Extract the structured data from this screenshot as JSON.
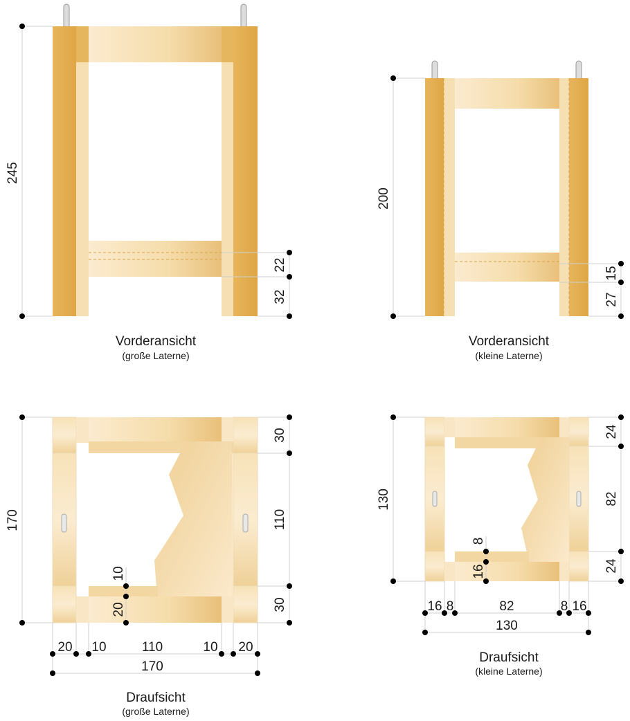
{
  "colors": {
    "wood_light": "#f8e6c4",
    "wood_mid": "#f0d39c",
    "wood_dark": "#e2aa4c",
    "dot": "#000000"
  },
  "front_large": {
    "title": "Vorderansicht",
    "subtitle": "(große Laterne)",
    "height": "245",
    "dims": [
      "22",
      "32"
    ]
  },
  "front_small": {
    "title": "Vorderansicht",
    "subtitle": "(kleine Laterne)",
    "height": "200",
    "dims": [
      "15",
      "27"
    ]
  },
  "top_large": {
    "title": "Draufsicht",
    "subtitle": "(große Laterne)",
    "depth": "170",
    "right_dims": [
      "30",
      "110",
      "30"
    ],
    "bottom_dims": [
      "20",
      "10",
      "110",
      "10",
      "20"
    ],
    "total": "170",
    "inner_dims": [
      "10",
      "20"
    ]
  },
  "top_small": {
    "title": "Draufsicht",
    "subtitle": "(kleine Laterne)",
    "depth": "130",
    "right_dims": [
      "24",
      "82",
      "24"
    ],
    "bottom_dims": [
      "16",
      "8",
      "82",
      "8",
      "16"
    ],
    "total": "130",
    "inner_dims": [
      "8",
      "16"
    ]
  }
}
